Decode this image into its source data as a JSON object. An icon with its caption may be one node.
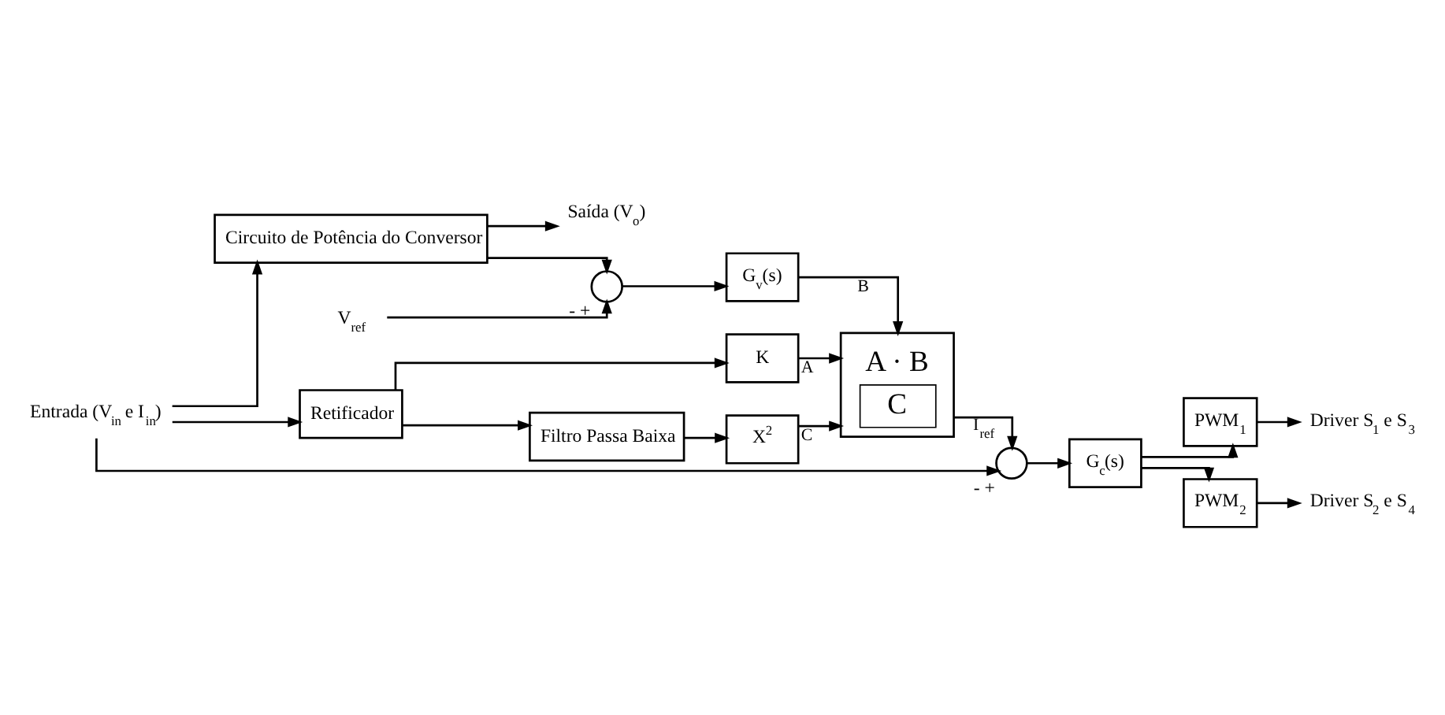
{
  "diagram": {
    "nodes": [
      {
        "text": [
          "Entrada (V$_{in}$ e I$_{in}$)"
        ]
      },
      {
        "text": [
          "Circuito de Potência do Conversor"
        ]
      },
      {
        "text": [
          "Saída (V$_{o}$)"
        ]
      },
      {
        "text": [
          "Retificador"
        ]
      },
      {
        "text": [
          "G$_{c}$(s)"
        ]
      },
      {
        "text": [
          "PWM$_{1}$"
        ]
      },
      {
        "text": [
          "Driver S$_{1}$ e S$_{3}$"
        ]
      },
      {
        "text": [
          "PWM$_{2}$"
        ]
      },
      {
        "text": [
          "Driver S$_{2}$ e S$_{4}$"
        ]
      },
      {
        "text": [],
        "shape": "circle",
        "beside": [
          "-",
          "+"
        ]
      },
      {
        "text": [
          "V$_{ref}$"
        ]
      },
      {
        "text": [],
        "shape": "circle",
        "beside": [
          "-",
          "+"
        ]
      },
      {
        "text": [
          "G$_{v}$(s)"
        ]
      },
      {
        "text": [
          "A · B",
          "C"
        ]
      },
      {
        "text": [
          "K"
        ]
      },
      {
        "text": [
          "Filtro Passa Baixa"
        ]
      },
      {
        "text": [
          "X$^{2}$"
        ]
      }
    ],
    "edges": [
      {
        "from": 0,
        "to": 1,
        "arrow": "to"
      },
      {
        "from": 0,
        "to": 3,
        "arrow": "to"
      },
      {
        "from": 0,
        "to": 9,
        "arrow": "to"
      },
      {
        "from": 1,
        "to": 2,
        "arrow": "to"
      },
      {
        "from": 1,
        "to": 11,
        "arrow": "to"
      },
      {
        "from": 3,
        "to": 14,
        "arrow": "to"
      },
      {
        "from": 3,
        "to": 15,
        "arrow": "to"
      },
      {
        "from": 15,
        "to": 16,
        "arrow": "to"
      },
      {
        "from": 14,
        "to": 13,
        "arrow": "to",
        "label": "A"
      },
      {
        "from": 16,
        "to": 13,
        "arrow": "to",
        "label": "C"
      },
      {
        "from": 12,
        "to": 13,
        "arrow": "to",
        "label": "B"
      },
      {
        "from": 13,
        "to": 9,
        "arrow": "to",
        "label": "I$_{ref}$"
      },
      {
        "from": 9,
        "to": 4,
        "arrow": "to"
      },
      {
        "from": 4,
        "to": 5,
        "arrow": "to"
      },
      {
        "from": 4,
        "to": 7,
        "arrow": "to"
      },
      {
        "from": 5,
        "to": 6,
        "arrow": "to"
      },
      {
        "from": 7,
        "to": 8,
        "arrow": "to"
      },
      {
        "from": 10,
        "to": 11,
        "arrow": "to"
      },
      {
        "from": 11,
        "to": 12,
        "arrow": "to"
      }
    ]
  }
}
